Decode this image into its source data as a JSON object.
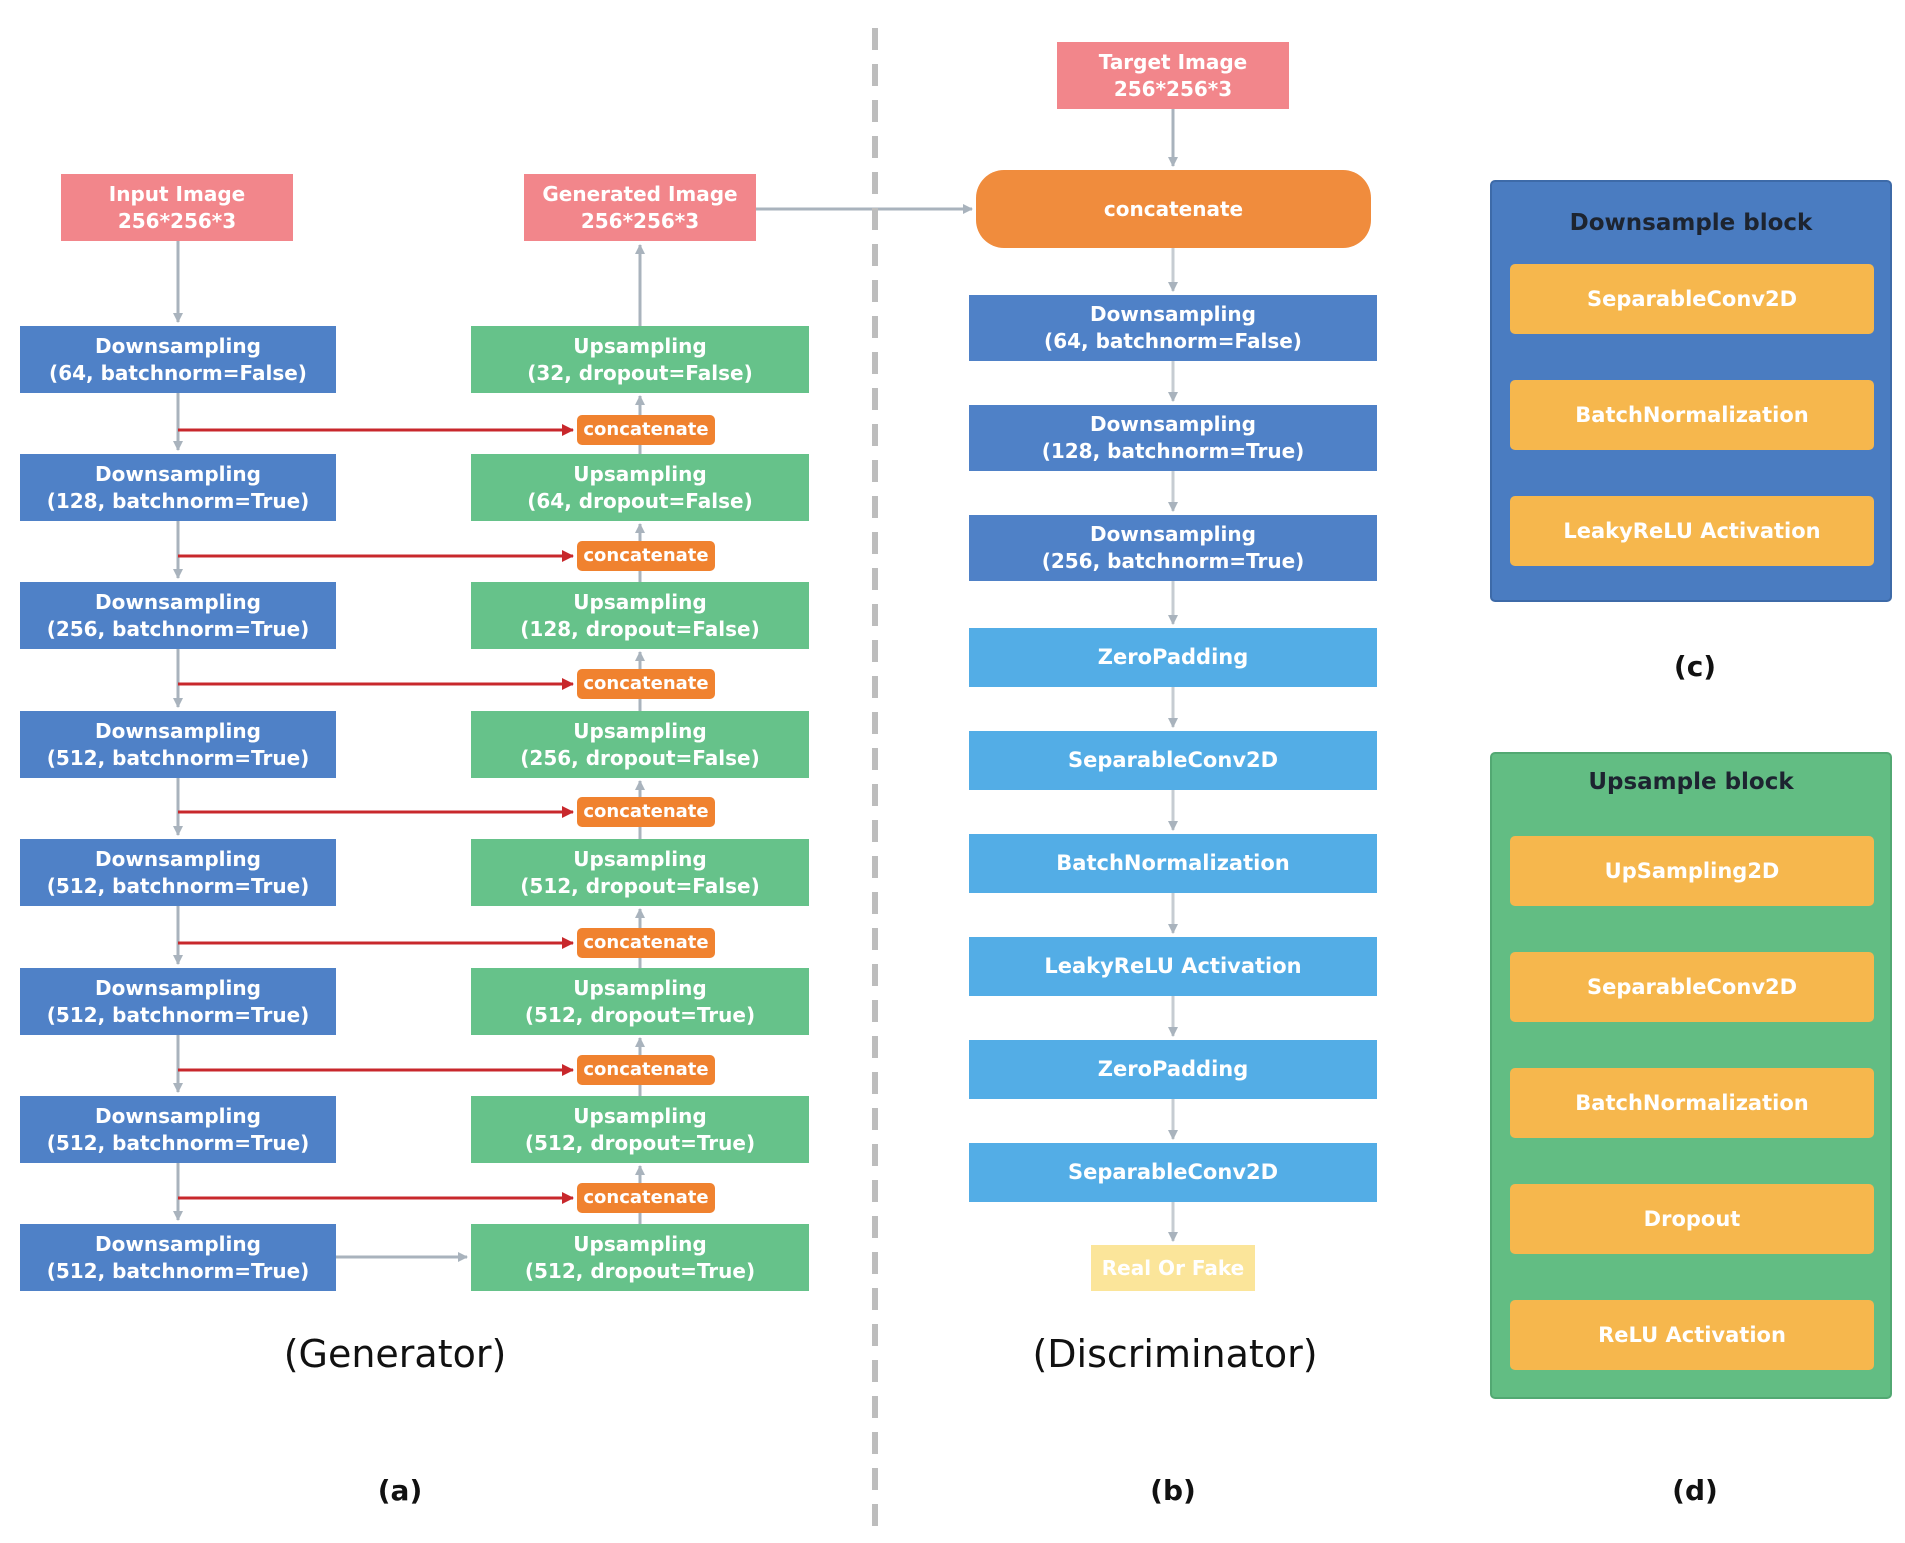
{
  "generator": {
    "input_image": {
      "line1": "Input Image",
      "line2": "256*256*3"
    },
    "generated_image": {
      "line1": "Generated Image",
      "line2": "256*256*3"
    },
    "downsampling": [
      {
        "title": "Downsampling",
        "params": "(64, batchnorm=False)"
      },
      {
        "title": "Downsampling",
        "params": "(128, batchnorm=True)"
      },
      {
        "title": "Downsampling",
        "params": "(256, batchnorm=True)"
      },
      {
        "title": "Downsampling",
        "params": "(512, batchnorm=True)"
      },
      {
        "title": "Downsampling",
        "params": "(512, batchnorm=True)"
      },
      {
        "title": "Downsampling",
        "params": "(512, batchnorm=True)"
      },
      {
        "title": "Downsampling",
        "params": "(512, batchnorm=True)"
      },
      {
        "title": "Downsampling",
        "params": "(512, batchnorm=True)"
      }
    ],
    "upsampling": [
      {
        "title": "Upsampling",
        "params": "(32, dropout=False)"
      },
      {
        "title": "Upsampling",
        "params": "(64, dropout=False)"
      },
      {
        "title": "Upsampling",
        "params": "(128, dropout=False)"
      },
      {
        "title": "Upsampling",
        "params": "(256, dropout=False)"
      },
      {
        "title": "Upsampling",
        "params": "(512, dropout=False)"
      },
      {
        "title": "Upsampling",
        "params": "(512, dropout=True)"
      },
      {
        "title": "Upsampling",
        "params": "(512, dropout=True)"
      },
      {
        "title": "Upsampling",
        "params": "(512, dropout=True)"
      }
    ],
    "concatenate": [
      "concatenate",
      "concatenate",
      "concatenate",
      "concatenate",
      "concatenate",
      "concatenate",
      "concatenate"
    ],
    "caption": "(Generator)",
    "label": "(a)"
  },
  "discriminator": {
    "target_image": {
      "line1": "Target Image",
      "line2": "256*256*3"
    },
    "concatenate": "concatenate",
    "downsampling": [
      {
        "title": "Downsampling",
        "params": "(64, batchnorm=False)"
      },
      {
        "title": "Downsampling",
        "params": "(128, batchnorm=True)"
      },
      {
        "title": "Downsampling",
        "params": "(256, batchnorm=True)"
      }
    ],
    "layers": [
      "ZeroPadding",
      "SeparableConv2D",
      "BatchNormalization",
      "LeakyReLU Activation",
      "ZeroPadding",
      "SeparableConv2D"
    ],
    "output": "Real Or Fake",
    "caption": "(Discriminator)",
    "label": "(b)"
  },
  "downsample_block": {
    "title": "Downsample block",
    "steps": [
      "SeparableConv2D",
      "BatchNormalization",
      "LeakyReLU Activation"
    ],
    "label": "(c)"
  },
  "upsample_block": {
    "title": "Upsample block",
    "steps": [
      "UpSampling2D",
      "SeparableConv2D",
      "BatchNormalization",
      "Dropout",
      "ReLU Activation"
    ],
    "label": "(d)"
  },
  "colors": {
    "pink": "#f2868b",
    "downsampling_blue": "#4f81c7",
    "upsampling_green": "#66c28a",
    "layer_sky_blue": "#53ade6",
    "concatenate_orange": "#f0822f",
    "block_yellow": "#f6b74d",
    "output_yellow": "#fbe59a",
    "skip_arrow_red": "#c8282c",
    "flow_arrow_gray": "#a9b3bd",
    "divider_gray": "#bdbdbd"
  }
}
